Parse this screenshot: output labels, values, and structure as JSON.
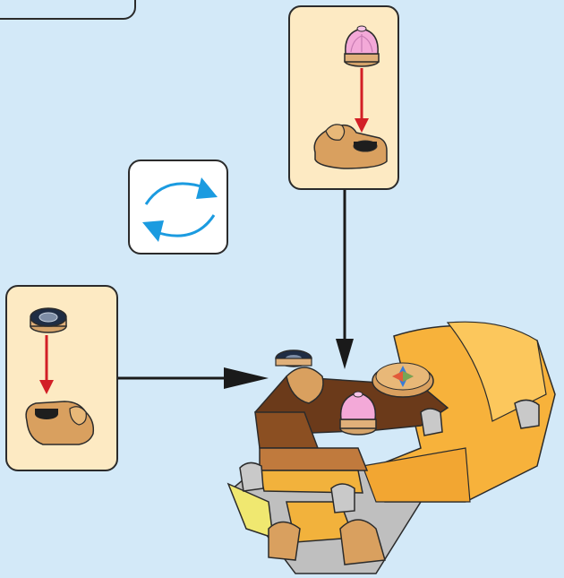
{
  "instruction_page": {
    "steps": [
      {
        "part": "pink-cupcake-piece",
        "attach_to": "tan-clip-plate",
        "direction": "down"
      },
      {
        "part": "round-tile-with-shield-print",
        "attach_to": "tan-clip-plate",
        "direction": "down"
      }
    ],
    "rotate_indicator": {
      "icon": "rotate-model-icon"
    },
    "colors": {
      "page_background": "#d3e9f8",
      "callout_background": "#fdeac3",
      "arrow_red": "#d21f26",
      "rotate_arrow_blue": "#1b9be0",
      "outline": "#2b2b2b"
    }
  }
}
